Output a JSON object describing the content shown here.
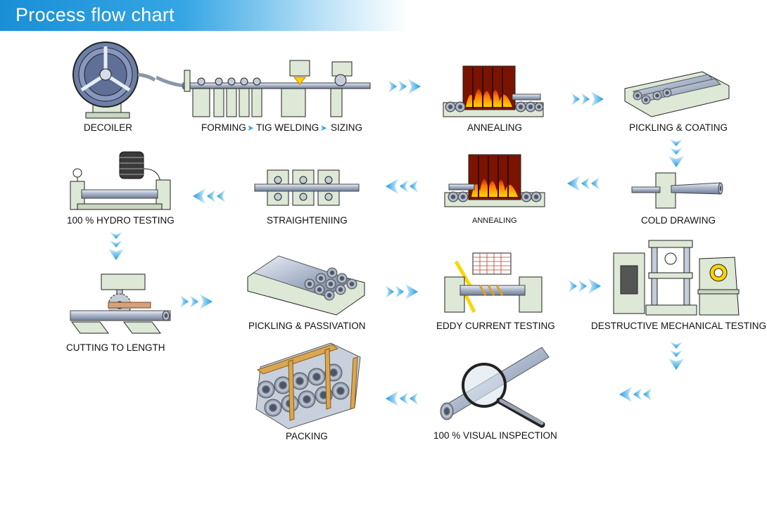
{
  "header": {
    "title": "Process flow chart"
  },
  "steps": {
    "decoiler": "DECOILER",
    "forming": "FORMING",
    "tig_welding": "TIG WELDING",
    "sizing": "SIZING",
    "annealing_1": "ANNEALING",
    "pickling_coating": "PICKLING & COATING",
    "cold_drawing": "COLD DRAWING",
    "annealing_2": "ANNEALING",
    "straightening": "STRAIGHTENIING",
    "hydro_testing": "100 % HYDRO TESTING",
    "cutting": "CUTTING TO LENGTH",
    "pickling_passivation": "PICKLING & PASSIVATION",
    "eddy_current": "EDDY CURRENT TESTING",
    "destructive": "DESTRUCTIVE MECHANICAL TESTING",
    "visual_inspection": "100 % VISUAL INSPECTION",
    "packing": "PACKING"
  },
  "colors": {
    "banner": "#1a8fd6",
    "arrow": "#1f9be0",
    "machine_green": "#dde8d6",
    "pipe": "#b9c4d6",
    "fire": "#ff8a00"
  }
}
